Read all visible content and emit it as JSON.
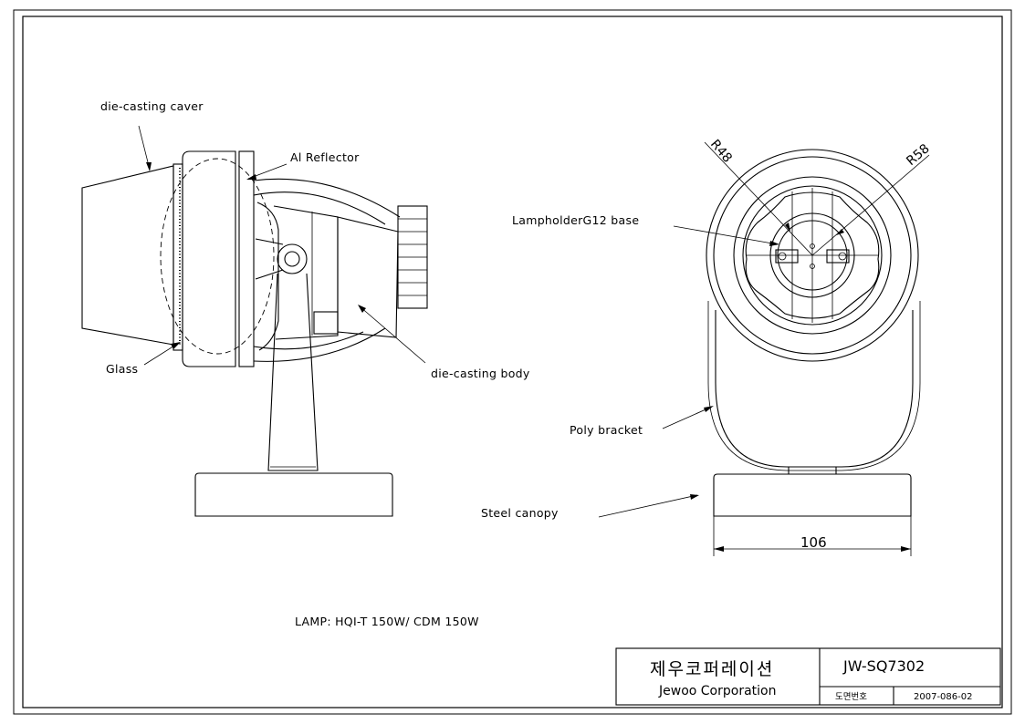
{
  "labels": {
    "die_casting_cover": "die-casting caver",
    "al_reflector": "Al Reflector",
    "glass": "Glass",
    "die_casting_body": "die-casting body",
    "lampholder": "LampholderG12 base",
    "poly_bracket": "Poly  bracket",
    "steel_canopy": "Steel canopy",
    "lamp_spec": "LAMP: HQI-T 150W/ CDM 150W"
  },
  "dimensions": {
    "r48": "R48",
    "r58": "R58",
    "width_106": "106"
  },
  "title_block": {
    "company_korean": "제우코퍼레이션",
    "company_english": "Jewoo Corporation",
    "model": "JW-SQ7302",
    "drawing_no_label": "도면번호",
    "date": "2007-086-02"
  }
}
